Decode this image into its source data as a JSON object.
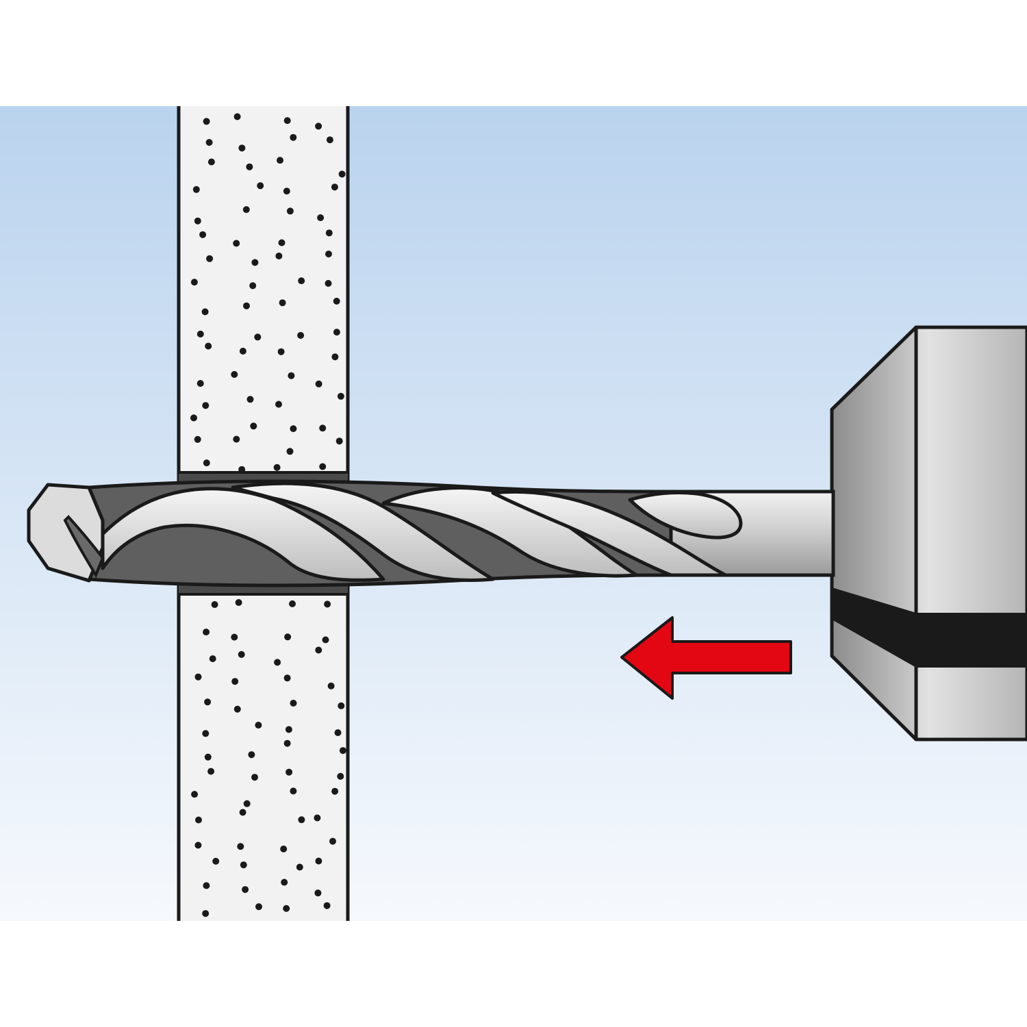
{
  "illustration": {
    "step": "drill-hole-through-panel",
    "arrow_direction": "left",
    "components": [
      "wall-panel",
      "drill-bit",
      "drill-chuck",
      "direction-arrow"
    ]
  },
  "colors": {
    "sky_top": "#bad3ee",
    "sky_bottom": "#f6f9fd",
    "panel_fill": "#f2f2f2",
    "panel_dots": "#1a1a1a",
    "hole_dark": "#4a4a4a",
    "outline": "#1a1a1a",
    "drill_light": "#e6e6e6",
    "drill_mid": "#bdbdbd",
    "drill_dark": "#5f5f5f",
    "chuck_light": "#d9d9d9",
    "chuck_mid": "#a8a8a8",
    "chuck_band": "#1a1a1a",
    "arrow_red": "#e30613"
  }
}
